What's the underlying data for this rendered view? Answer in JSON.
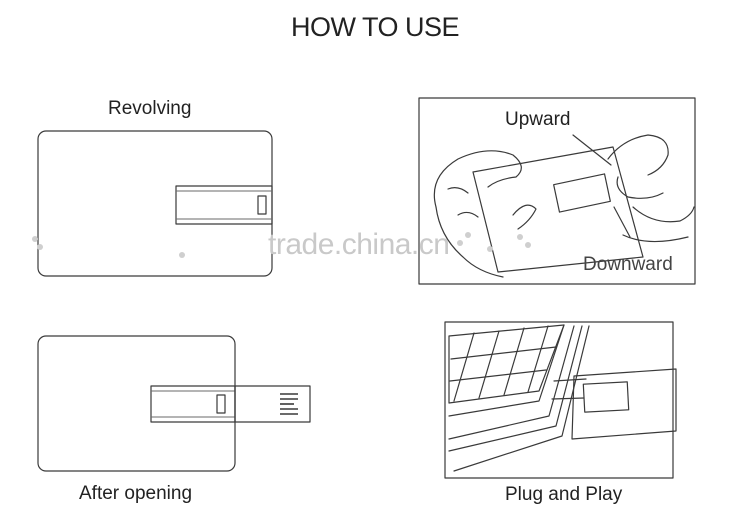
{
  "title": "HOW TO USE",
  "steps": {
    "revolving": {
      "label": "Revolving"
    },
    "after_opening": {
      "label": "After opening"
    },
    "upward_downward": {
      "upward": "Upward",
      "downward": "Downward"
    },
    "plug_and_play": {
      "label": "Plug and Play"
    }
  },
  "watermark": "trade.china.cn"
}
